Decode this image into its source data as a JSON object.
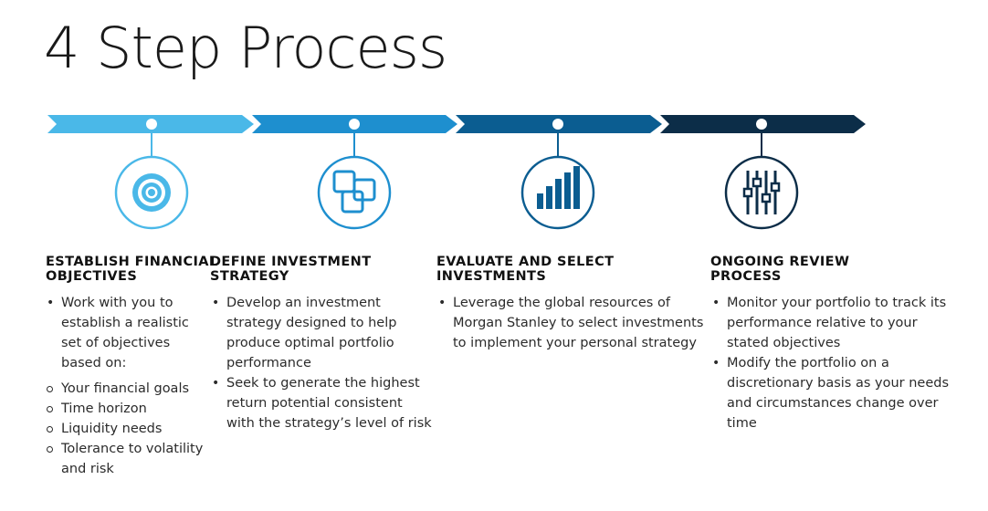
{
  "title": "4 Step Process",
  "colors": {
    "step1": "#4ab8e8",
    "step2": "#1e8fcf",
    "step3": "#0b5d91",
    "step4": "#0c2d48"
  },
  "steps": [
    {
      "icon": "target-icon",
      "title_line1": "ESTABLISH FINANCIAL",
      "title_line2": "OBJECTIVES",
      "bullets": [
        "Work with you to",
        "establish a realistic",
        "set of objectives",
        "based on:"
      ],
      "sub_bullets": [
        "Your financial goals",
        "Time horizon",
        "Liquidity needs",
        "Tolerance to volatility",
        "and risk"
      ]
    },
    {
      "icon": "overlapping-squares-icon",
      "title_line1": "DEFINE INVESTMENT",
      "title_line2": "STRATEGY",
      "bullets": [
        "Develop an investment",
        "strategy designed to help",
        "produce optimal portfolio",
        "performance",
        "Seek to generate the highest",
        "return potential consistent",
        "with the strategy’s level of risk"
      ]
    },
    {
      "icon": "bar-chart-icon",
      "title_line1": "EVALUATE AND SELECT",
      "title_line2": "INVESTMENTS",
      "bullets": [
        "Leverage the global resources of",
        "Morgan Stanley to select investments",
        "to implement your personal strategy"
      ]
    },
    {
      "icon": "sliders-icon",
      "title_line1": "ONGOING REVIEW",
      "title_line2": "PROCESS",
      "bullets": [
        "Monitor your portfolio to track its",
        "performance relative to your",
        "stated objectives",
        "Modify the portfolio on a",
        "discretionary basis as your needs",
        "and circumstances change over",
        "time"
      ]
    }
  ]
}
